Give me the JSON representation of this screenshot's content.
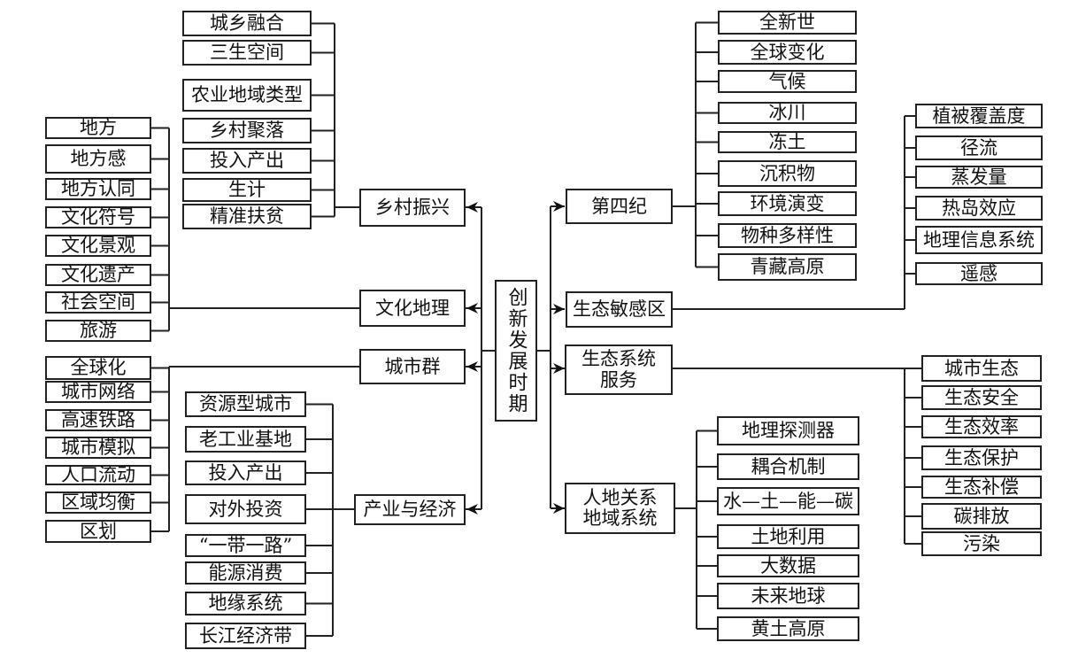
{
  "center": {
    "label": "创新发展时期"
  },
  "left_topics": [
    {
      "label": "乡村振兴",
      "children": [
        "城乡融合",
        "三生空间",
        "农业地域类型",
        "乡村聚落",
        "投入产出",
        "生计",
        "精准扶贫"
      ]
    },
    {
      "label": "文化地理",
      "children": [
        "地方",
        "地方感",
        "地方认同",
        "文化符号",
        "文化景观",
        "文化遗产",
        "社会空间",
        "旅游"
      ]
    },
    {
      "label": "城市群",
      "children": [
        "全球化",
        "城市网络",
        "高速铁路",
        "城市模拟",
        "人口流动",
        "区域均衡",
        "区划"
      ]
    },
    {
      "label": "产业与经济",
      "children": [
        "资源型城市",
        "老工业基地",
        "投入产出",
        "对外投资",
        "“一带一路”",
        "能源消费",
        "地缘系统",
        "长江经济带"
      ]
    }
  ],
  "right_topics": [
    {
      "label": "第四纪",
      "children": [
        "全新世",
        "全球变化",
        "气候",
        "冰川",
        "冻土",
        "沉积物",
        "环境演变",
        "物种多样性",
        "青藏高原"
      ]
    },
    {
      "label": "生态敏感区",
      "children": [
        "植被覆盖度",
        "径流",
        "蒸发量",
        "热岛效应",
        "地理信息系统",
        "遥感"
      ]
    },
    {
      "label": "生态系统服务",
      "label_lines": [
        "生态系统",
        "服务"
      ],
      "children": [
        "城市生态",
        "生态安全",
        "生态效率",
        "生态保护",
        "生态补偿",
        "碳排放",
        "污染"
      ]
    },
    {
      "label": "人地关系地域系统",
      "label_lines": [
        "人地关系",
        "地域系统"
      ],
      "children": [
        "地理探测器",
        "耦合机制",
        "水—土—能—碳",
        "土地利用",
        "大数据",
        "未来地球",
        "黄土高原"
      ]
    }
  ]
}
